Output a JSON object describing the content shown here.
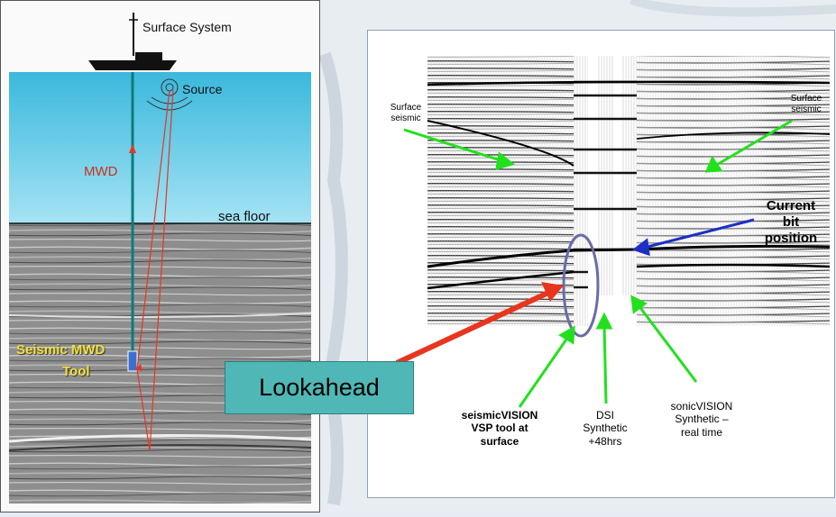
{
  "left": {
    "surface_system": "Surface System",
    "source": "Source",
    "mwd": "MWD",
    "sea_floor": "sea floor",
    "tool_line1": "Seismic MWD",
    "tool_line2": "Tool"
  },
  "right": {
    "surface_seismic_left_1": "Surface",
    "surface_seismic_left_2": "seismic",
    "surface_seismic_right_1": "Surface",
    "surface_seismic_right_2": "seismic",
    "current_1": "Current",
    "current_2": "bit",
    "current_3": "position",
    "seismicvision_1": "seismicVISION",
    "seismicvision_2": "VSP tool at",
    "seismicvision_3": "surface",
    "dsi_1": "DSI",
    "dsi_2": "Synthetic",
    "dsi_3": "+48hrs",
    "sonic_1": "sonicVISION",
    "sonic_2": "Synthetic –",
    "sonic_3": "real time"
  },
  "lookahead": "Lookahead",
  "colors": {
    "water_top": "#3bb8dc",
    "water_bottom": "#9fe1f2",
    "sub_surface": "#8c8c8c",
    "green_arrow": "#22e01e",
    "blue_arrow": "#1d2fc4",
    "red_arrow": "#e8351e",
    "lookahead_box": "#4fb7b5"
  }
}
